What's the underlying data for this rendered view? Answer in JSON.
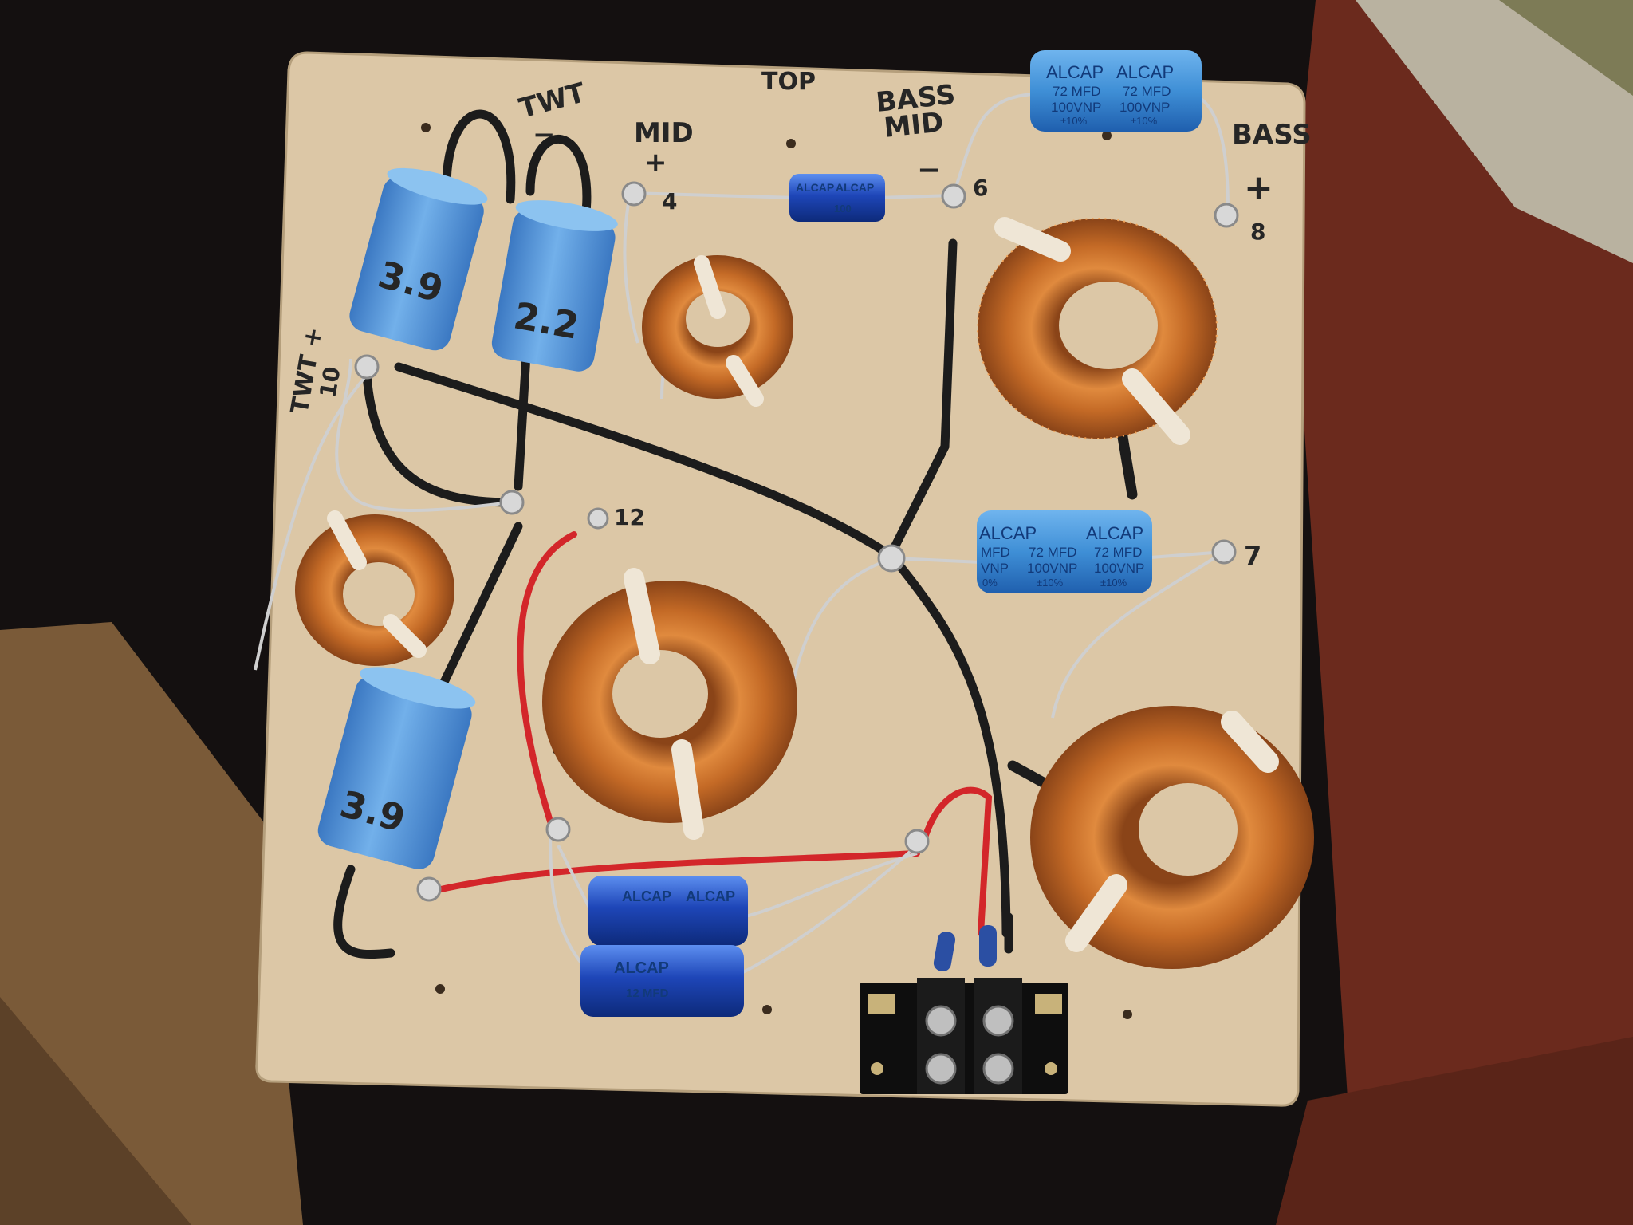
{
  "scene": {
    "subject": "speaker-crossover-board"
  },
  "board_labels": {
    "top": "TOP",
    "twt_minus": "TWT",
    "twt_minus_sign": "−",
    "twt_plus": "TWT +",
    "twt_plus_num": "10",
    "mid_plus": "MID",
    "mid_plus_sign": "+",
    "mid_plus_num": "4",
    "bass_mid": "BASS",
    "bass_mid_2": "MID",
    "bass_mid_sign": "−",
    "bass_mid_num": "6",
    "bass_plus": "BASS",
    "bass_plus_sign": "+",
    "bass_plus_num": "8",
    "node_12": "12",
    "node_7": "7"
  },
  "film_caps": {
    "cap_1": "3.9",
    "cap_2": "2.2",
    "cap_3": "3.9"
  },
  "electrolytic_caps": {
    "brand": "ALCAP",
    "cap_top_right": {
      "line1": [
        "72 MFD",
        "72 MFD"
      ],
      "line2": [
        "100VNP",
        "100VNP"
      ],
      "line3": [
        "±10%",
        "±10%"
      ]
    },
    "cap_middle_right": {
      "line1": [
        "MFD",
        "72 MFD",
        "72 MFD"
      ],
      "line2": [
        "VNP",
        "100VNP",
        "100VNP"
      ],
      "line3": [
        "0%",
        "±10%",
        "±10%"
      ]
    },
    "cap_small_top": {
      "line1": "100"
    },
    "cap_bottom_pair": {
      "label": "12 MFD"
    }
  },
  "colors": {
    "board": "#dcc7a6",
    "copper": "#c8732c",
    "film_cap_blue": "#5a9ad8",
    "alcap_blue": "#3f8fd6",
    "wire_red": "#d3262a",
    "wire_black": "#1c1c1c"
  }
}
